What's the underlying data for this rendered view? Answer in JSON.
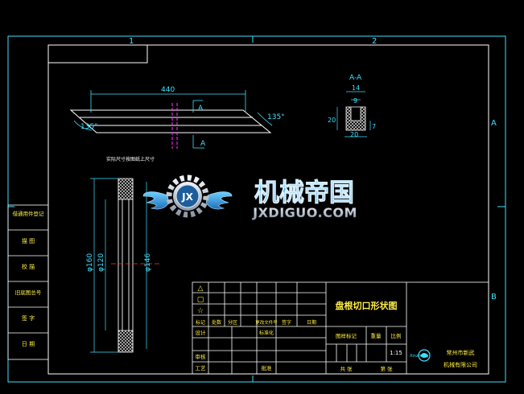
{
  "colors": {
    "background": "#000000",
    "frame": "#3fe0ff",
    "border": "#ffffff",
    "outline": "#ffffff",
    "dimension": "#3fe0ff",
    "title_text": "#ffee44",
    "center_line": "#ff3030",
    "magenta": "#ff33ff",
    "hatch": "#ffffff",
    "watermark_blue": "#3aa8e6",
    "watermark_silver": "#c8d0dc",
    "table_grid": "#ffffff"
  },
  "zones": {
    "top": [
      "1",
      "2"
    ],
    "right": [
      "A",
      "B"
    ]
  },
  "drawing": {
    "length_dim": "440",
    "angle_left": "135°",
    "angle_right": "135°",
    "section_marker": "A",
    "section_marker_lower": "A",
    "section_title": "A-A",
    "sec_top_width": "14",
    "sec_inner_width": "9",
    "sec_height": "20",
    "sec_side": "7",
    "sec_bottom_width": "20",
    "note": "实际尺寸按图纸上尺寸",
    "dia_outer": "φ160",
    "dia_inner": "φ120",
    "dia_side": "φ146"
  },
  "watermark": {
    "logo_letters": "JX",
    "cn_text": "机械帝国",
    "en_text": "JXDIGUO.COM"
  },
  "left_table": [
    "借通用件登记",
    "描  图",
    "校  描",
    "旧底图总号",
    "签  字",
    "日  期"
  ],
  "title_block": {
    "revision_symbols": [
      "△",
      "▢",
      "☆"
    ],
    "rev_headers": [
      "标记",
      "处数",
      "分区",
      "更改文件号",
      "签字",
      "日期"
    ],
    "designer_label": "设计",
    "standardize_label": "标准化",
    "checker_label": "审核",
    "process_label": "工艺",
    "approve_label": "批准",
    "drawing_name": "盘根切口形状图",
    "stage_label": "图样标记",
    "weight_label": "重量",
    "scale_label": "比例",
    "scale_value": "1:15",
    "sheets_label": "共    张",
    "sheet_label": "第    张",
    "company_mark": "Xinzhong",
    "company_line1": "常州市新武",
    "company_line2": "机械有限公司"
  }
}
